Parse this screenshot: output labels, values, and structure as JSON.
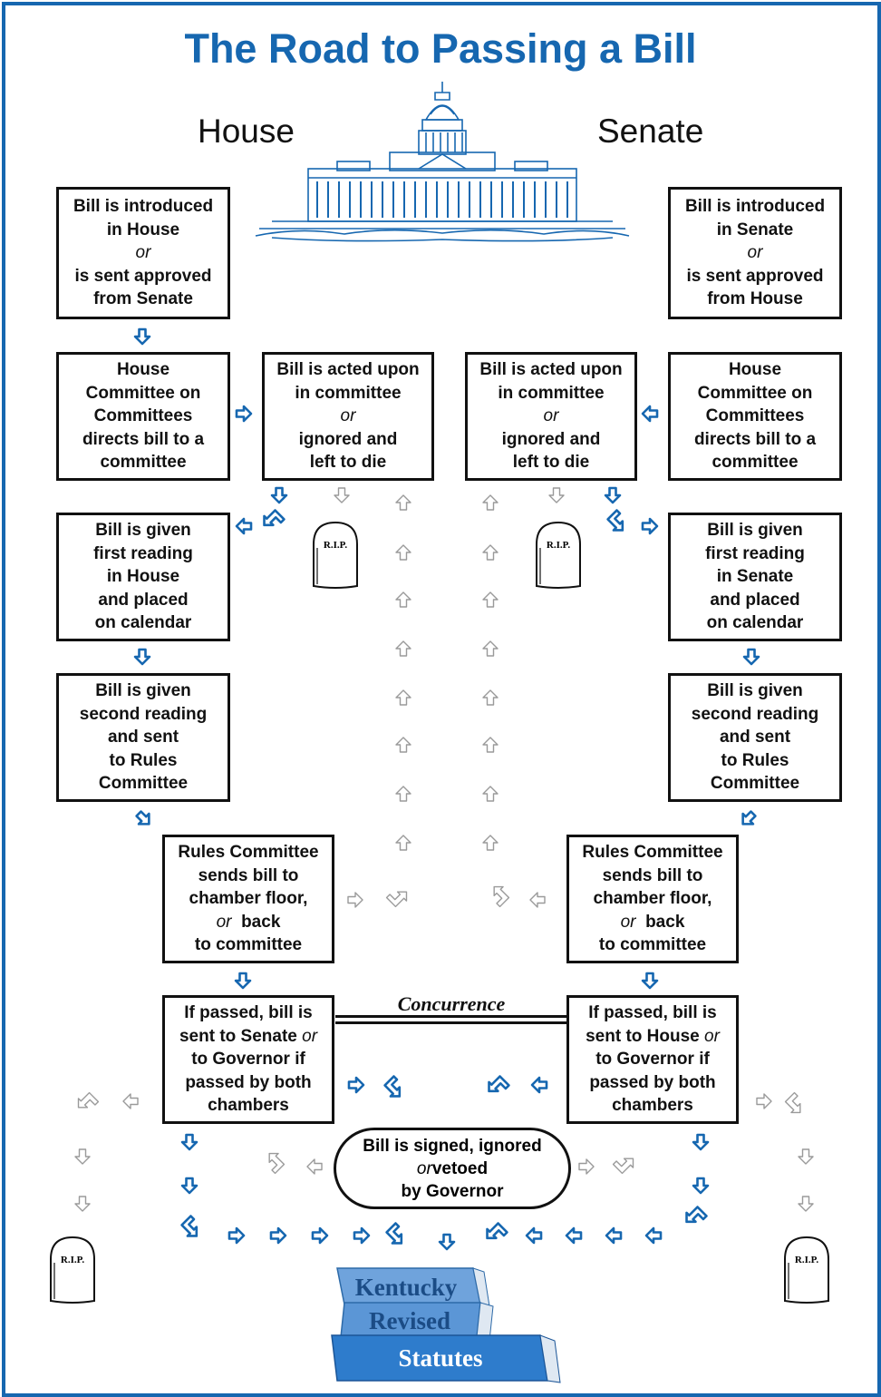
{
  "title": "The Road to Passing a Bill",
  "chambers": {
    "house": "House",
    "senate": "Senate"
  },
  "house": {
    "introduced": {
      "l1": "Bill is introduced",
      "l2": "in House",
      "or": "or",
      "l3": "is sent approved",
      "l4": "from Senate"
    },
    "committee_on_committees": {
      "l1": "House",
      "l2": "Committee on",
      "l3": "Committees",
      "l4": "directs bill to a",
      "l5": "committee"
    },
    "acted_upon": {
      "l1": "Bill is acted upon",
      "l2": "in committee",
      "or": "or",
      "l3": "ignored and",
      "l4": "left to die"
    },
    "first_reading": {
      "l1": "Bill is given",
      "l2": "first reading",
      "l3": "in House",
      "l4": "and placed",
      "l5": "on calendar"
    },
    "second_reading": {
      "l1": "Bill is given",
      "l2": "second reading",
      "l3": "and sent",
      "l4": "to Rules",
      "l5": "Committee"
    },
    "rules": {
      "l1": "Rules Committee",
      "l2": "sends bill to",
      "l3": "chamber floor,",
      "or": "or",
      "l4": "back",
      "l5": "to committee"
    },
    "passed": {
      "l1": "If passed, bill is",
      "l2a": "sent to Senate",
      "or": "or",
      "l3": "to Governor if",
      "l4": "passed by both",
      "l5": "chambers"
    }
  },
  "senate": {
    "introduced": {
      "l1": "Bill is introduced",
      "l2": "in Senate",
      "or": "or",
      "l3": "is sent approved",
      "l4": "from House"
    },
    "committee_on_committees": {
      "l1": "House",
      "l2": "Committee on",
      "l3": "Committees",
      "l4": "directs bill to a",
      "l5": "committee"
    },
    "acted_upon": {
      "l1": "Bill is acted upon",
      "l2": "in committee",
      "or": "or",
      "l3": "ignored and",
      "l4": "left to die"
    },
    "first_reading": {
      "l1": "Bill is given",
      "l2": "first reading",
      "l3": "in Senate",
      "l4": "and placed",
      "l5": "on calendar"
    },
    "second_reading": {
      "l1": "Bill is given",
      "l2": "second reading",
      "l3": "and sent",
      "l4": "to Rules",
      "l5": "Committee"
    },
    "rules": {
      "l1": "Rules Committee",
      "l2": "sends bill to",
      "l3": "chamber floor,",
      "or": "or",
      "l4": "back",
      "l5": "to committee"
    },
    "passed": {
      "l1": "If passed, bill is",
      "l2a": "sent to House",
      "or": "or",
      "l3": "to Governor if",
      "l4": "passed by both",
      "l5": "chambers"
    }
  },
  "concurrence": "Concurrence",
  "governor": {
    "l1": "Bill is signed, ignored",
    "or": "or",
    "l2b": "vetoed",
    "l3": "by Governor"
  },
  "tombstone_text": "R.I.P.",
  "statutes": {
    "l1": "Kentucky",
    "l2": "Revised",
    "l3": "Statutes"
  },
  "colors": {
    "accent": "#1667b0",
    "faint_arrow": "#9a9a9a",
    "book_blue": "#4b8ed3"
  }
}
